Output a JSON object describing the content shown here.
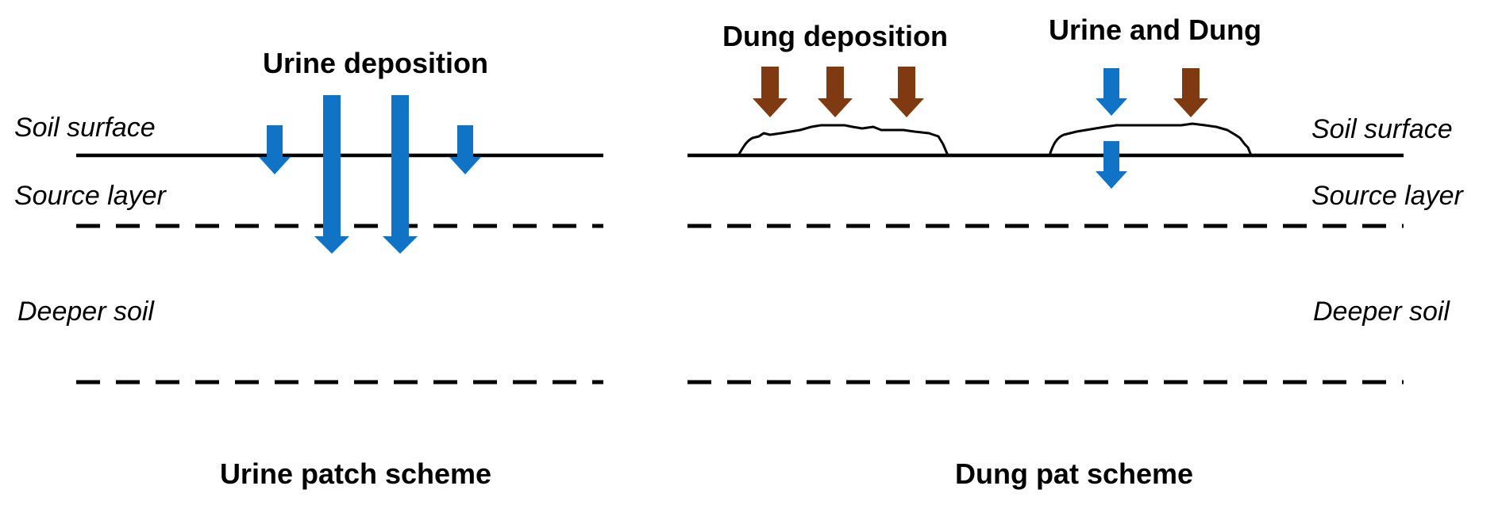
{
  "colors": {
    "urine_arrow": "#1173c6",
    "dung_arrow": "#7f3a12",
    "lines": "#000000"
  },
  "left_panel": {
    "deposition_label": "Urine deposition",
    "layer_labels": {
      "surface": "Soil surface",
      "source": "Source layer",
      "deeper": "Deeper soil"
    },
    "caption": "Urine patch scheme"
  },
  "right_panel": {
    "dung_label": "Dung deposition",
    "urine_dung_label": "Urine and Dung",
    "layer_labels": {
      "surface": "Soil surface",
      "source": "Source layer",
      "deeper": "Deeper soil"
    },
    "caption": "Dung pat scheme"
  }
}
